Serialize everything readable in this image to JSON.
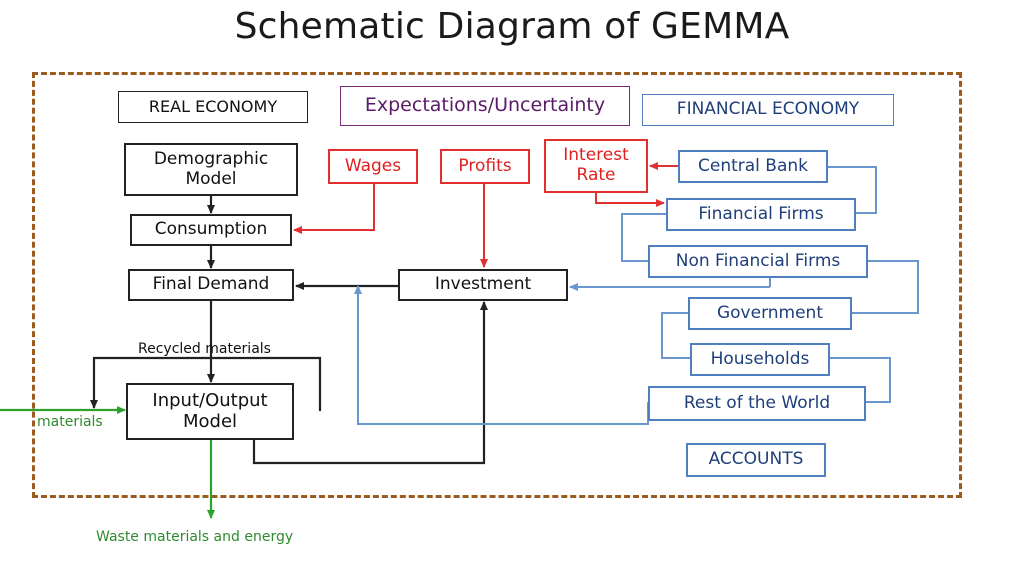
{
  "title": "Schematic Diagram of GEMMA",
  "boxes": {
    "real_economy": "REAL ECONOMY",
    "expectations": "Expectations/Uncertainty",
    "financial_economy": "FINANCIAL ECONOMY",
    "demographic": "Demographic Model",
    "consumption": "Consumption",
    "final_demand": "Final Demand",
    "io_model": "Input/Output Model",
    "wages": "Wages",
    "profits": "Profits",
    "interest_rate": "Interest Rate",
    "investment": "Investment",
    "central_bank": "Central Bank",
    "financial_firms": "Financial Firms",
    "non_financial_firms": "Non Financial Firms",
    "government": "Government",
    "households": "Households",
    "rest_of_world": "Rest of the World",
    "accounts": "ACCOUNTS"
  },
  "labels": {
    "recycled": "Recycled materials",
    "materials": "materials",
    "waste": "Waste materials and energy"
  },
  "colors": {
    "frame": "#9a5b1e",
    "real_flow": "#222222",
    "financial_flow": "#4f7fbf",
    "income_flow": "#e23030",
    "material_flow": "#2ea02e",
    "expectations": "#7a2a7a"
  }
}
